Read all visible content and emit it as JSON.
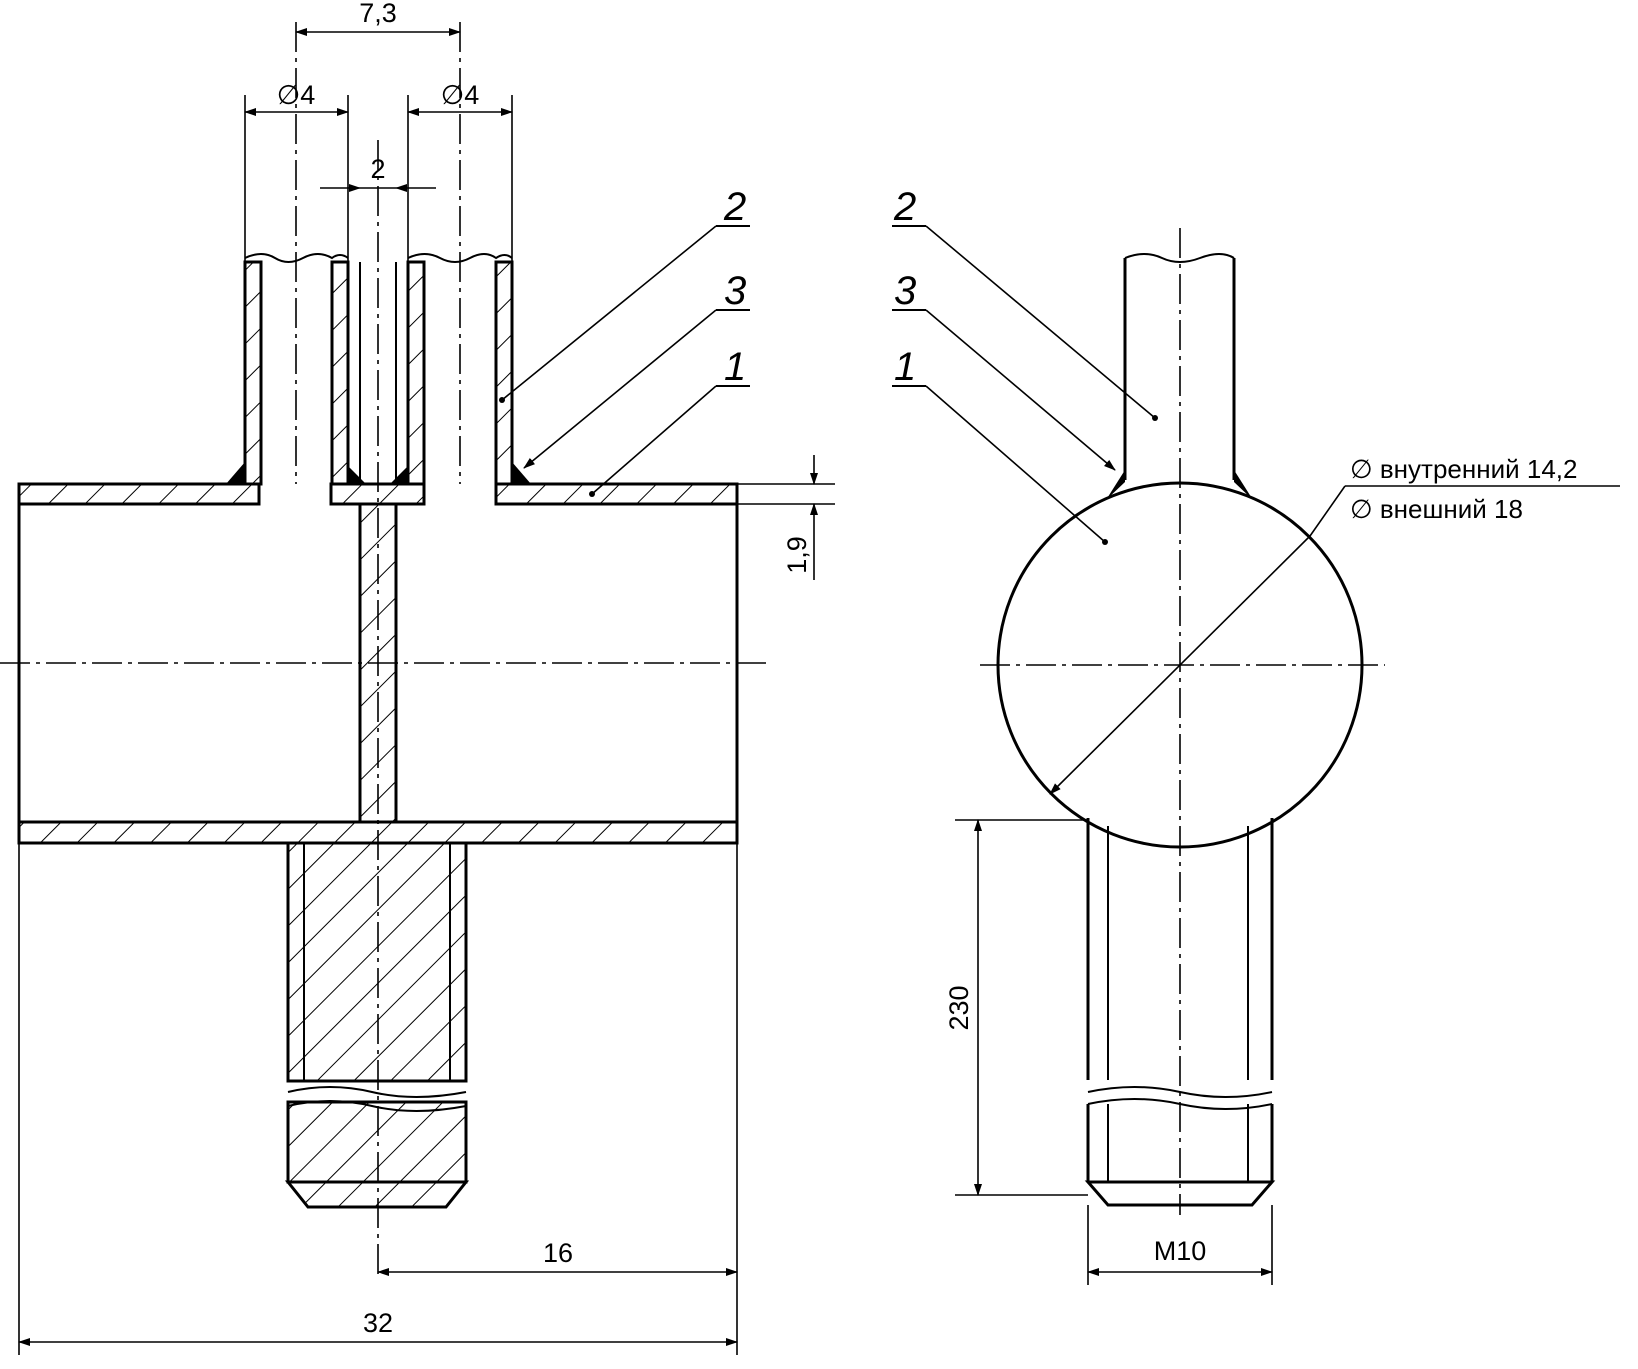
{
  "dimensions": {
    "spacing_top": "7,3",
    "dia_left": "∅4",
    "dia_right": "∅4",
    "gap_center": "2",
    "wall_thickness": "1,9",
    "half_width": "16",
    "total_width": "32",
    "length_230": "230",
    "thread": "M10"
  },
  "callouts_left": {
    "c2": "2",
    "c3": "3",
    "c1": "1"
  },
  "callouts_right": {
    "c2": "2",
    "c3": "3",
    "c1": "1"
  },
  "diameter_notes": {
    "inner": "∅ внутренний 14,2",
    "outer": "∅ внешний 18"
  }
}
